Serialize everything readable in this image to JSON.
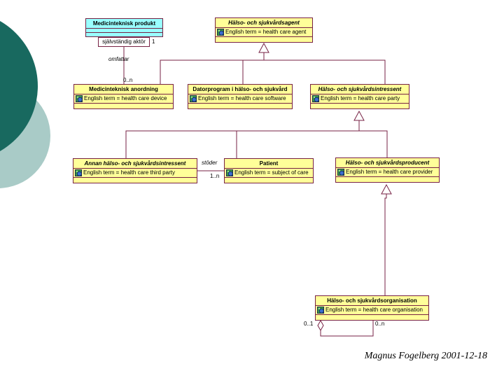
{
  "slide": {
    "type": "uml-class-diagram",
    "signature": "Magnus Fogelberg 2001-12-18"
  },
  "colors": {
    "box_fill": "#ffff99",
    "box_fill_alt": "#99ffff",
    "line": "#772244",
    "decoration_dark": "#18695f",
    "decoration_light": "#a9cbc7"
  },
  "nodes": {
    "produkt": {
      "title": "Medicinteknisk produkt"
    },
    "agent": {
      "title": "Hälso- och sjukvårdsagent",
      "term": "English term = health care agent"
    },
    "anordning": {
      "title": "Medicinteknisk anordning",
      "term": "English term = health care device"
    },
    "datorprogram": {
      "title": "Datorprogram i hälso- och sjukvård",
      "term": "English term = health care software"
    },
    "intressent": {
      "title": "Hälso- och sjukvårdsintressent",
      "term": "English term = health care party"
    },
    "annan": {
      "title": "Annan hälso- och sjukvårdsintressent",
      "term": "English term = health care third party"
    },
    "patient": {
      "title": "Patient",
      "term": "English term = subject of care"
    },
    "producent": {
      "title": "Hälso- och sjukvårdsproducent",
      "term": "English term = health care provider"
    },
    "organisation": {
      "title": "Hälso- och sjukvårdsorganisation",
      "term": "English term = health care organisation"
    }
  },
  "labels": {
    "association_class": "självständig aktör",
    "association_class_mult": "1",
    "omfattar": "omfattar",
    "omfattar_mult": "0..n",
    "stoder": "stöder",
    "stoder_mult": "1..n",
    "org_mult_left": "0..1",
    "org_mult_right": "0..n"
  }
}
